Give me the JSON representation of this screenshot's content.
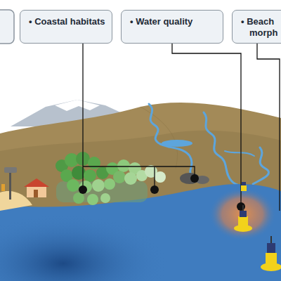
{
  "diagram": {
    "nodes": [
      {
        "text": [
          "• Coastal habitats"
        ]
      },
      {
        "text": [
          "• Water quality"
        ]
      },
      {
        "text": [
          "• Beach morph"
        ]
      }
    ]
  }
}
